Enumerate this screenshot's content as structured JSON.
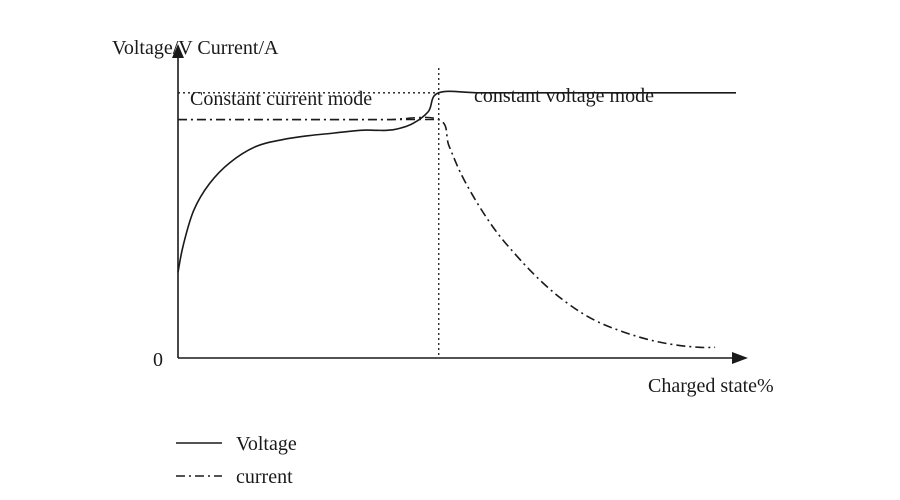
{
  "chart_data": {
    "type": "line",
    "title": "",
    "ylabel": "Voltage/V Current/A",
    "xlabel": "Charged state%",
    "y_zero_label": "0",
    "regions": [
      {
        "label": "Constant current mode"
      },
      {
        "label": "constant voltage mode"
      }
    ],
    "transition_x": 50,
    "xlim": [
      0,
      107
    ],
    "ylim": [
      0,
      1.12
    ],
    "grid": false,
    "legend_position": "bottom-left",
    "series": [
      {
        "name": "Voltage",
        "style": "solid",
        "x": [
          0,
          1,
          3,
          6,
          10,
          15,
          20,
          25,
          30,
          35,
          38,
          40,
          42,
          45,
          48,
          50,
          58,
          70,
          85,
          100,
          107
        ],
        "y": [
          0.32,
          0.42,
          0.55,
          0.65,
          0.73,
          0.79,
          0.815,
          0.83,
          0.84,
          0.85,
          0.85,
          0.85,
          0.855,
          0.875,
          0.92,
          0.99,
          0.99,
          0.99,
          0.99,
          0.99,
          0.99
        ]
      },
      {
        "name": "current",
        "style": "dashdot",
        "x": [
          0,
          10,
          20,
          30,
          40,
          50,
          52,
          55,
          60,
          65,
          70,
          75,
          80,
          85,
          90,
          95,
          100,
          103
        ],
        "y": [
          0.89,
          0.89,
          0.89,
          0.89,
          0.89,
          0.89,
          0.79,
          0.66,
          0.5,
          0.38,
          0.28,
          0.2,
          0.14,
          0.1,
          0.07,
          0.05,
          0.04,
          0.04
        ]
      }
    ],
    "reference_lines": [
      {
        "style": "dotted",
        "orientation": "horizontal",
        "y": 0.99
      },
      {
        "style": "dashdot",
        "orientation": "horizontal",
        "y": 0.89
      },
      {
        "style": "dotted",
        "orientation": "vertical",
        "x": 50
      }
    ]
  },
  "colors": {
    "ink": "#1a1a1a",
    "background": "#ffffff"
  }
}
